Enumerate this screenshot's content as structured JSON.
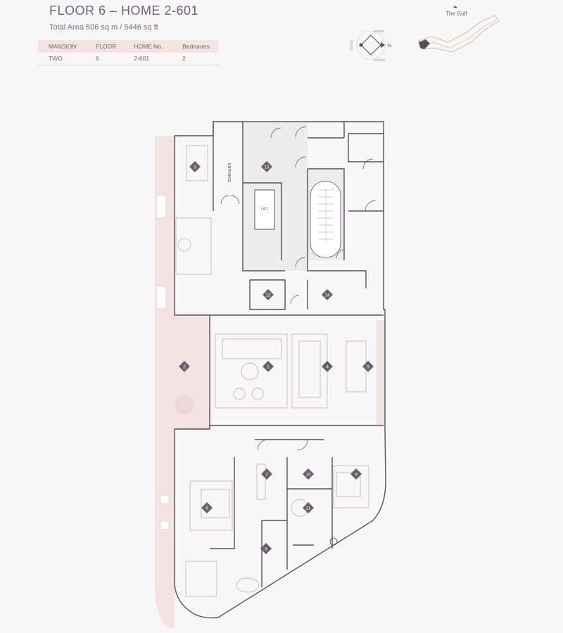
{
  "header": {
    "title": "FLOOR 6 – HOME 2-601",
    "area": "Total Area 506 sq m / 5446 sq ft"
  },
  "spec_table": {
    "headers": [
      "MANSION",
      "FLOOR",
      "HOME No.",
      "Bedrooms"
    ],
    "values": [
      "TWO",
      "6",
      "2-601",
      "2"
    ]
  },
  "keymap": {
    "label": "The Gulf"
  },
  "compass": {
    "north": "N",
    "top": "sunset",
    "bottom": "sunrise",
    "left": "marina"
  },
  "plan": {
    "entrance_label": "ENTRANCE",
    "lift_label": "LIFT",
    "markers": [
      "1",
      "2",
      "3",
      "4",
      "5",
      "6",
      "7",
      "8",
      "9",
      "10",
      "11",
      "12",
      "13",
      "14"
    ]
  },
  "colors": {
    "text": "#6e6671",
    "wall": "#555058",
    "marker": "#6a5f69",
    "terrace": "#f3e4e1",
    "background": "#f7f7f7"
  }
}
